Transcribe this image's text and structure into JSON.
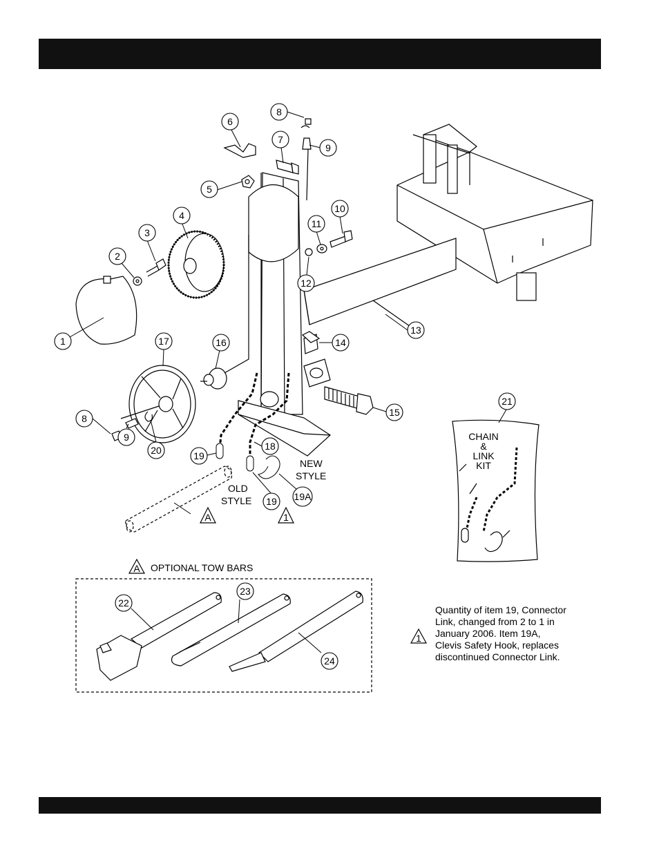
{
  "callouts": {
    "c1": "1",
    "c2": "2",
    "c3": "3",
    "c4": "4",
    "c5": "5",
    "c6": "6",
    "c7": "7",
    "c8a": "8",
    "c8b": "8",
    "c9a": "9",
    "c9b": "9",
    "c10": "10",
    "c11": "11",
    "c12": "12",
    "c13": "13",
    "c14": "14",
    "c15": "15",
    "c16": "16",
    "c17": "17",
    "c18": "18",
    "c19a": "19",
    "c19b": "19",
    "c19A": "19A",
    "c20": "20",
    "c21": "21",
    "c22": "22",
    "c23": "23",
    "c24": "24"
  },
  "labels": {
    "new_style_1": "NEW",
    "new_style_2": "STYLE",
    "old_style_1": "OLD",
    "old_style_2": "STYLE",
    "kit_1": "CHAIN",
    "kit_2": "&",
    "kit_3": "LINK",
    "kit_4": "KIT",
    "tow_bars_title": "OPTIONAL TOW BARS",
    "tow_flag_letter": "A",
    "bar_flag_letter": "A",
    "rev_flag_letter": "1",
    "note_flag_letter": "1"
  },
  "note": {
    "line1": "Quantity of item 19, Connector",
    "line2": "Link, changed from 2 to 1 in",
    "line3": "January 2006. Item 19A,",
    "line4": "Clevis Safety Hook, replaces",
    "line5": "discontinued Connector Link."
  }
}
